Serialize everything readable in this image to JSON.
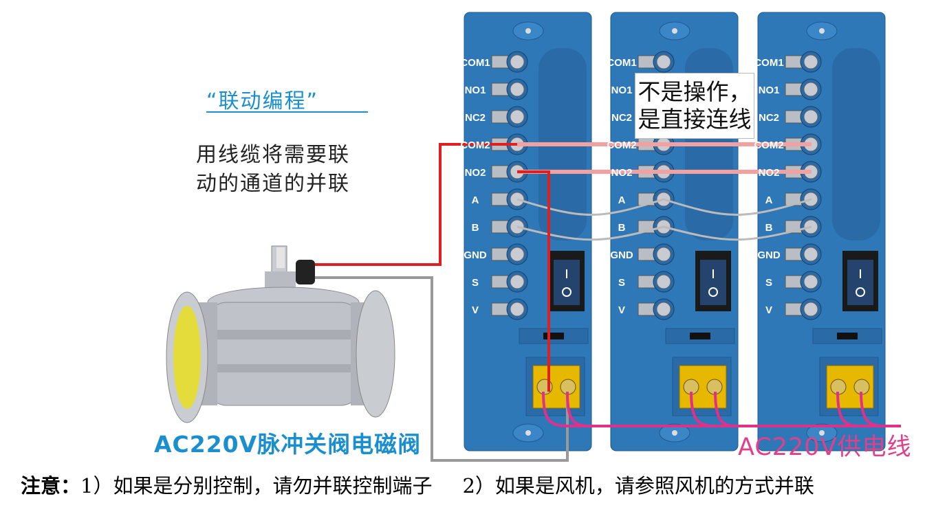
{
  "title": "“联动编程”",
  "description": [
    "用线缆将需要联",
    "动的通道的并联"
  ],
  "valve_label": "AC220V脉冲关阀电磁阀",
  "supply_label": "AC220V供电线",
  "callout": "不是操作，是直接连线",
  "note": {
    "prefix": "注意：",
    "item1": "1）如果是分别控制，请勿并联控制端子",
    "item2": "2）如果是风机，请参照风机的方式并联"
  },
  "terminals": [
    "COM1",
    "NO1",
    "NC2",
    "COM2",
    "NO2",
    "A",
    "B",
    "GND",
    "S",
    "V"
  ],
  "module_count": 3,
  "colors": {
    "module": "#2f78b8",
    "red_wire": "#e02020",
    "pink_wire": "#f2a0a0",
    "gray_wire": "#aaaaaa",
    "supply_wire": "#e0308a",
    "accent": "#1a8fd0"
  }
}
